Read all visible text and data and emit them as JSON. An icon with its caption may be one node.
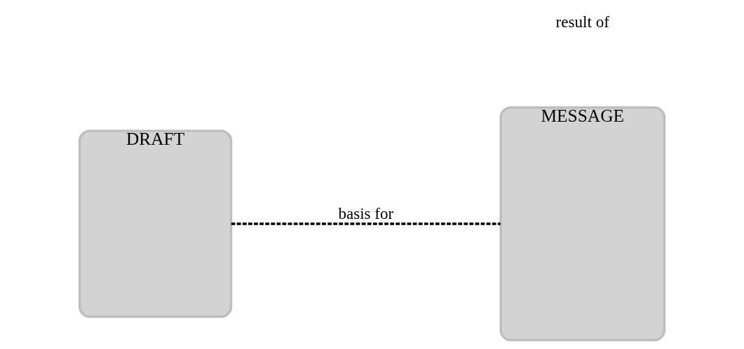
{
  "diagram": {
    "nodes": [
      {
        "text": [
          "DRAFT"
        ]
      },
      {
        "text": [
          "MESSAGE"
        ]
      }
    ],
    "edges": [
      {
        "from": 0,
        "to": 1,
        "arrow": "none",
        "style": "dashed",
        "label": "basis for"
      }
    ],
    "labels": [
      "result of"
    ]
  }
}
